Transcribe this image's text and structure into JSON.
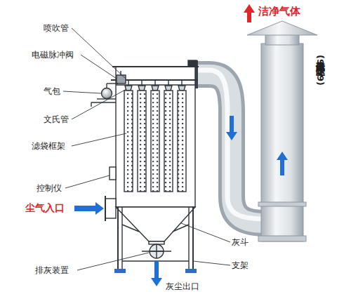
{
  "diagram": {
    "labels": [
      "洁净气体",
      "喷吹管",
      "电磁脉冲阀",
      "气包",
      "文氏管",
      "干净气体(除尘达99.9)",
      "滤袋框架",
      "控制仪",
      "尘气入口",
      "灰斗",
      "支架",
      "排灰装置",
      "灰尘出口"
    ]
  }
}
